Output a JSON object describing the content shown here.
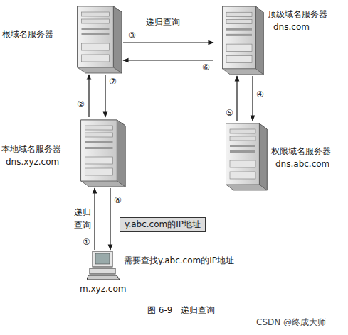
{
  "diagram": {
    "caption": "图 6-9   递归查询",
    "nodes": [
      {
        "text": [
          "根域名服务器"
        ]
      },
      {
        "text": [
          "顶级域名服务器",
          "dns.com"
        ]
      },
      {
        "text": [
          "本地域名服务器",
          "dns.xyz.com"
        ]
      },
      {
        "text": [
          "权限域名服务器",
          "dns.abc.com"
        ]
      },
      {
        "text": [
          "需要查找y.abc.com的IP地址",
          "m.xyz.com"
        ]
      },
      {
        "text": [
          "y.abc.com的IP地址"
        ]
      }
    ],
    "edges": [
      {
        "from": 2,
        "to": 0,
        "arrow": "to",
        "label": "②"
      },
      {
        "from": 0,
        "to": 2,
        "arrow": "to",
        "label": "⑦"
      },
      {
        "from": 0,
        "to": 1,
        "arrow": "to",
        "label": "③"
      },
      {
        "from": 1,
        "to": 0,
        "arrow": "to",
        "label": "⑥"
      },
      {
        "from": 1,
        "to": 3,
        "arrow": "to",
        "label": "④"
      },
      {
        "from": 3,
        "to": 1,
        "arrow": "to",
        "label": "⑤"
      },
      {
        "from": 4,
        "to": 2,
        "arrow": "to",
        "label": "①"
      },
      {
        "from": 2,
        "to": 4,
        "arrow": "to",
        "label": "⑧"
      }
    ],
    "labels": [
      "递归查询",
      "递归 查询",
      "CSDN @终成大师"
    ]
  }
}
